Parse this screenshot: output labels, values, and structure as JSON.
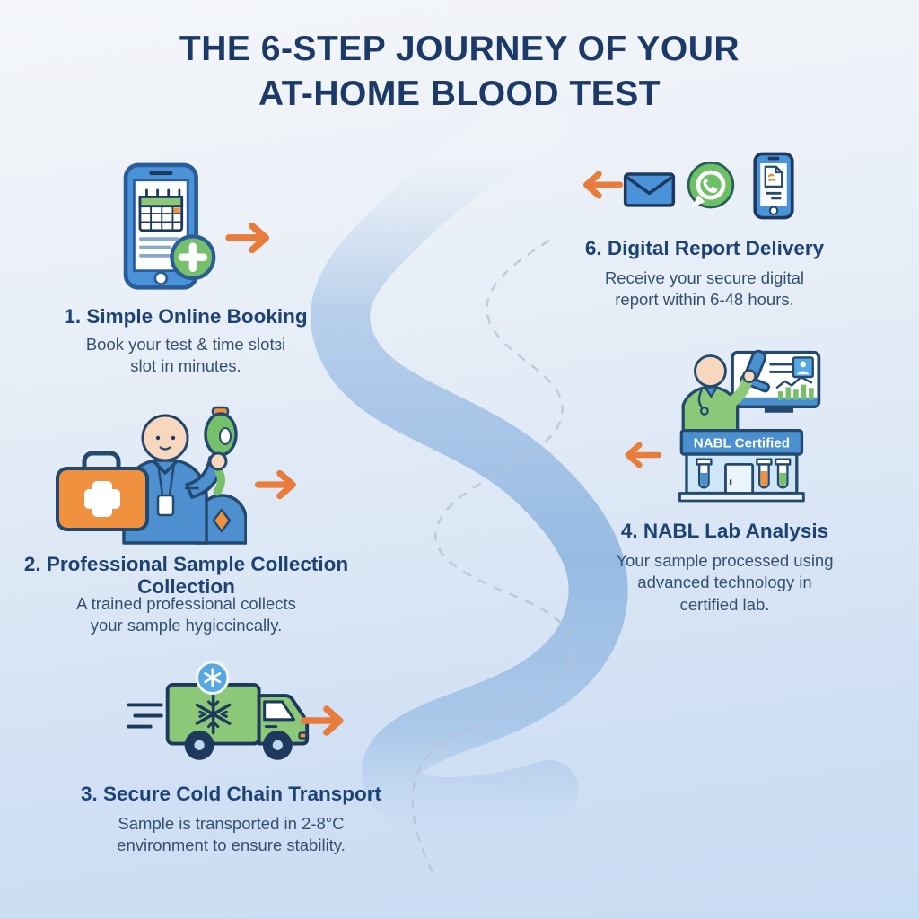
{
  "infographic": {
    "title_line1": "THE 6-STEP JOURNEY OF YOUR",
    "title_line2": "AT-HOME BLOOD TEST"
  },
  "steps": [
    {
      "id": "1",
      "heading": "1. Simple Online Booking",
      "description": "Book your test & time slotɜi\nslot in minutes.",
      "icon": "smartphone-booking-icon",
      "arrow_direction": "right"
    },
    {
      "id": "2",
      "heading": "2. Professional Sample Collection\nCollection",
      "description": "A trained professional collects\nyour sample hygiccincally.",
      "icon": "phlebotomist-with-kit-icon",
      "arrow_direction": "right"
    },
    {
      "id": "3",
      "heading": "3. Secure Cold Chain Transport",
      "description": "Sample is transported in 2-8°C\nenvironment to ensure stability.",
      "icon": "cold-chain-truck-icon",
      "arrow_direction": "right"
    },
    {
      "id": "4",
      "heading": "4. NABL Lab Analysis",
      "description": "Your sample processed using\nadvanced technology in\ncertified lab.",
      "icon": "nabl-lab-building-icon",
      "banner": "NABL Certified",
      "arrow_direction": "left"
    },
    {
      "id": "6",
      "heading": "6. Digital Report Delivery",
      "description": "Receive your secure digital\nreport within 6-48 hours.",
      "icons": [
        "email-envelope-icon",
        "whatsapp-icon",
        "report-phone-icon"
      ],
      "arrow_direction": "left"
    }
  ],
  "colors": {
    "accent_orange": "#e87c3c",
    "title_navy": "#1b3a68",
    "heading_navy": "#1c4374",
    "body_text": "#33516f",
    "ribbon_blue": "#a9c6e8",
    "icon_blue": "#4b93d9",
    "icon_green": "#76c06c",
    "truck_green": "#8cc878",
    "whatsapp_green": "#6cc167",
    "background_top": "#f4f6f9",
    "background_bottom": "#c8dcf3"
  }
}
